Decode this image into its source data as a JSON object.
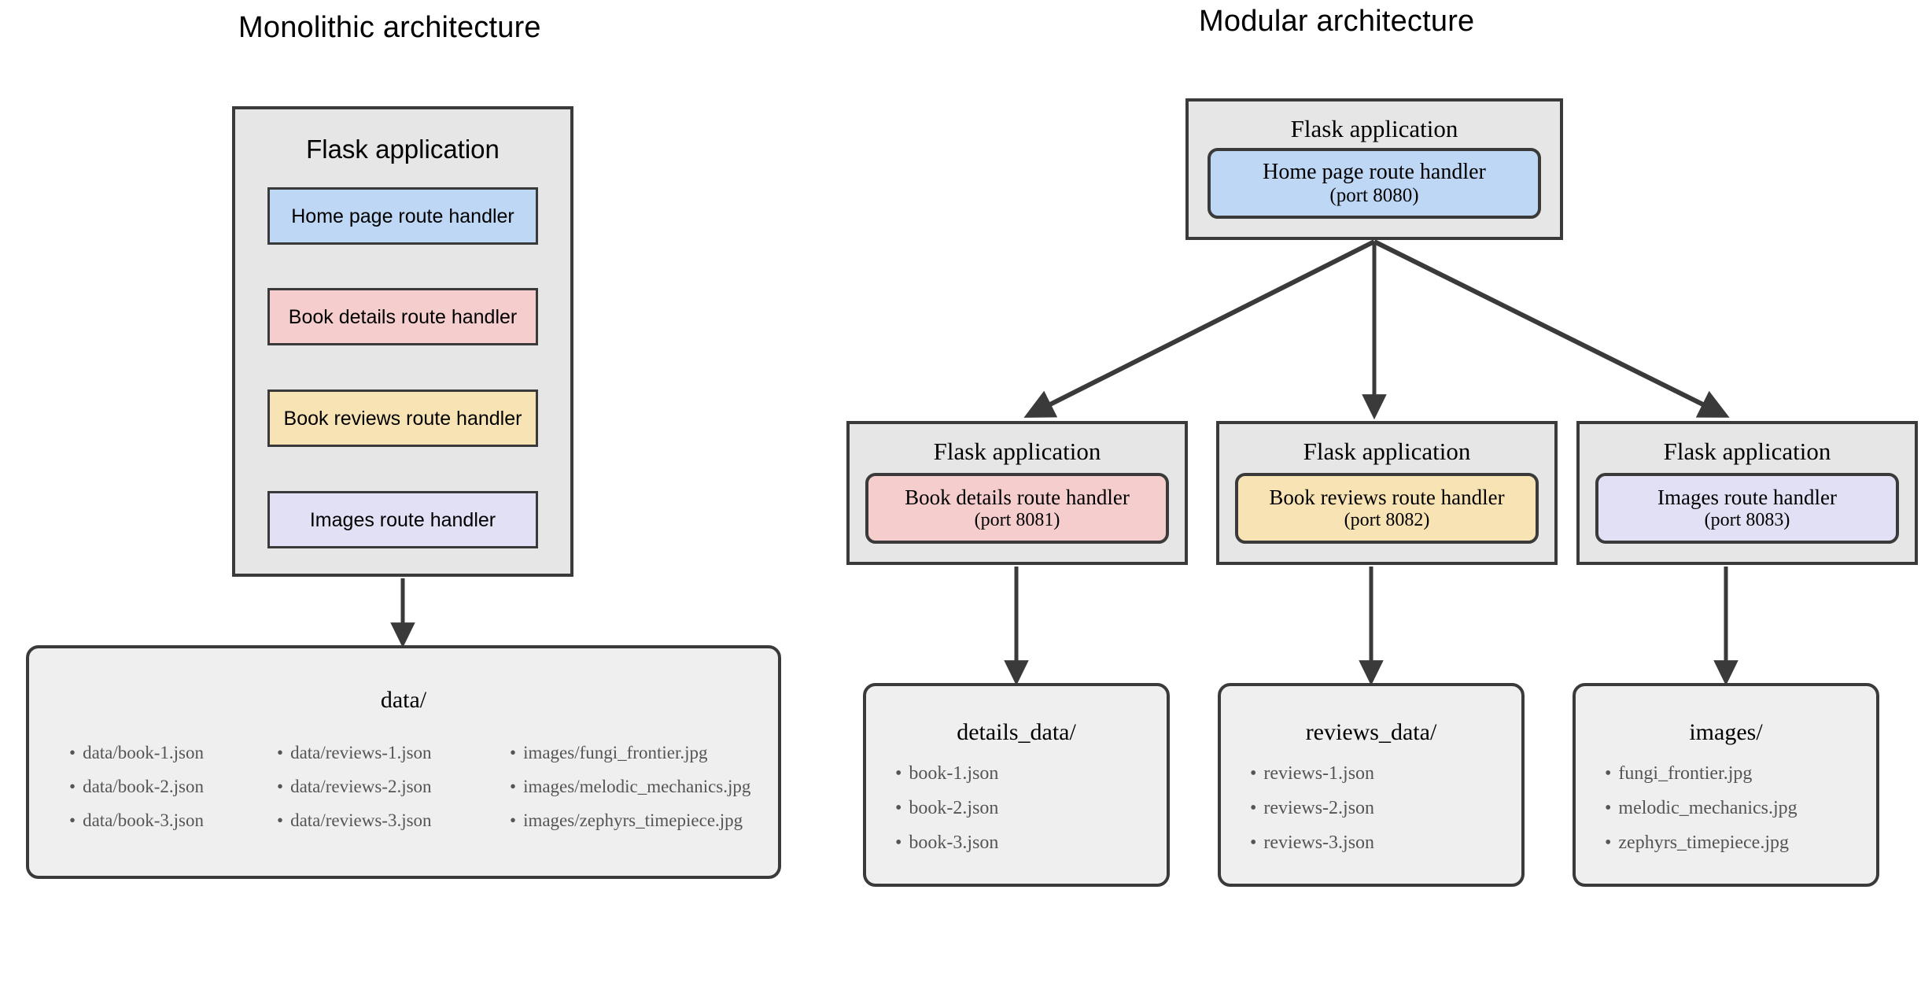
{
  "panels": {
    "monolithic": {
      "title": "Monolithic architecture",
      "app_box": {
        "heading": "Flask application"
      },
      "handlers": [
        {
          "label": "Home page route handler",
          "color": "#bdd7f5"
        },
        {
          "label": "Book details route handler",
          "color": "#f5cdcd"
        },
        {
          "label": "Book reviews route handler",
          "color": "#f8e3b4"
        },
        {
          "label": "Images route handler",
          "color": "#e2e0f5"
        }
      ],
      "storage": {
        "name": "data/",
        "columns": [
          [
            "data/book-1.json",
            "data/book-2.json",
            "data/book-3.json"
          ],
          [
            "data/reviews-1.json",
            "data/reviews-2.json",
            "data/reviews-3.json"
          ],
          [
            "images/fungi_frontier.jpg",
            "images/melodic_mechanics.jpg",
            "images/zephyrs_timepiece.jpg"
          ]
        ]
      }
    },
    "modular": {
      "title": "Modular architecture",
      "root": {
        "heading": "Flask application",
        "handler": {
          "label": "Home page route handler",
          "port": "(port 8080)",
          "color": "#bdd7f5"
        }
      },
      "services": [
        {
          "heading": "Flask application",
          "handler": {
            "label": "Book details route handler",
            "port": "(port 8081)",
            "color": "#f5cdcd"
          },
          "storage": {
            "name": "details_data/",
            "files": [
              "book-1.json",
              "book-2.json",
              "book-3.json"
            ]
          }
        },
        {
          "heading": "Flask application",
          "handler": {
            "label": "Book reviews route handler",
            "port": "(port 8082)",
            "color": "#f8e3b4"
          },
          "storage": {
            "name": "reviews_data/",
            "files": [
              "reviews-1.json",
              "reviews-2.json",
              "reviews-3.json"
            ]
          }
        },
        {
          "heading": "Flask application",
          "handler": {
            "label": "Images route handler",
            "port": "(port 8083)",
            "color": "#e2e0f5"
          },
          "storage": {
            "name": "images/",
            "files": [
              "fungi_frontier.jpg",
              "melodic_mechanics.jpg",
              "zephyrs_timepiece.jpg"
            ]
          }
        }
      ]
    }
  },
  "style": {
    "bullet": "•",
    "stroke": "#3a3a3a",
    "panel_fill": "#e6e6e6",
    "folder_fill": "#efefef",
    "file_text": "#555555"
  }
}
